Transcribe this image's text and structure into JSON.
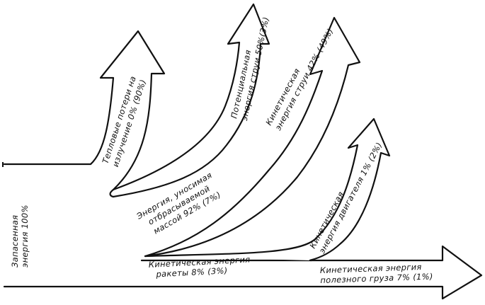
{
  "diagram": {
    "stored_energy": {
      "line1": "Запасенная",
      "line2": "энергия 100%"
    },
    "heat_loss": {
      "line1": "Тепловые потери на",
      "line2": "излучение 0% (90%)"
    },
    "potential_energy": {
      "line1": "Потенциальная",
      "line2": "энергия струи 50%(3%)"
    },
    "jet_kinetic_energy": {
      "line1": "Кинетическая",
      "line2": "энергия струи 42% (49%)"
    },
    "ejected_mass_energy": {
      "line1": "Энергия, уносимая",
      "line2": "отбрасываемой",
      "line3": "массой 92% (7%)"
    },
    "engine_kinetic_energy": {
      "line1": "Кинетическая",
      "line2": "энергия двигателя 1% (2%)"
    },
    "rocket_kinetic_energy": {
      "line1": "Кинетическая энергия",
      "line2": "ракеты 8% (3%)"
    },
    "payload_kinetic_energy": {
      "line1": "Кинетическая энергия",
      "line2": "полезного груза 7% (1%)"
    }
  }
}
